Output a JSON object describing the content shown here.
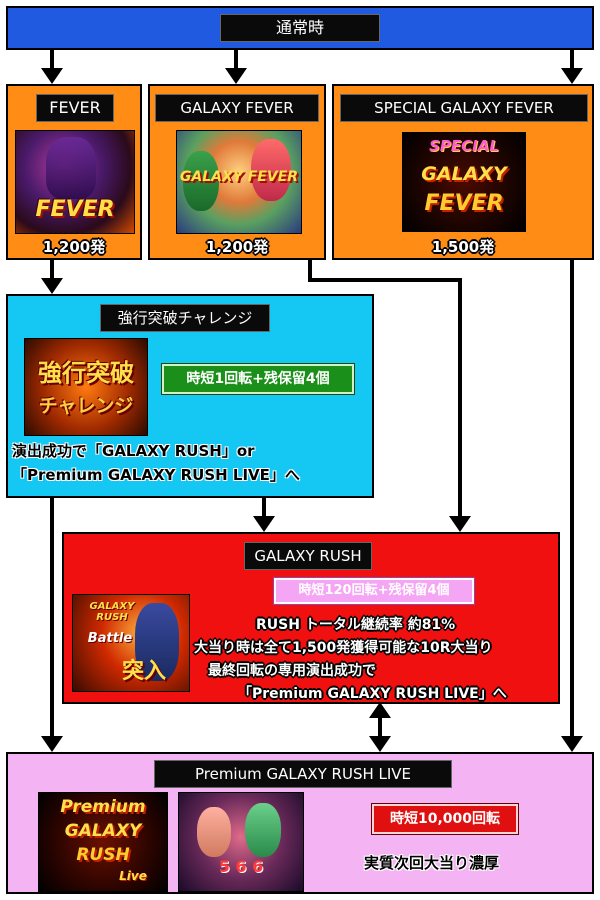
{
  "top": {
    "label": "通常時",
    "color": "#1f5ae0"
  },
  "fever": {
    "label": "FEVER",
    "pic_text": "FEVER",
    "payout": "1,200発"
  },
  "galaxy_fever": {
    "label": "GALAXY FEVER",
    "pic_text": "GALAXY FEVER",
    "payout": "1,200発"
  },
  "special_galaxy_fever": {
    "label": "SPECIAL GALAXY FEVER",
    "pic_line1": "SPECIAL",
    "pic_line2": "GALAXY",
    "pic_line3": "FEVER",
    "payout": "1,500発"
  },
  "challenge": {
    "label": "強行突破チャレンジ",
    "pic_line1": "強行突破",
    "pic_line2": "チャレンジ",
    "badge": "時短1回転+残保留4個",
    "note_line1": "演出成功で「GALAXY RUSH」or",
    "note_line2": "「Premium GALAXY RUSH LIVE」へ"
  },
  "rush": {
    "label": "GALAXY RUSH",
    "badge": "時短120回転+残保留4個",
    "pic_line1": "GALAXY RUSH",
    "pic_line2": "Battle",
    "pic_line3": "突入",
    "line1": "RUSH トータル継続率 約81%",
    "line2": "大当り時は全て1,500発獲得可能な10R大当り",
    "line3": "最終回転の専用演出成功で",
    "line4": "「Premium GALAXY RUSH LIVE」へ"
  },
  "live": {
    "label": "Premium GALAXY RUSH LIVE",
    "pic_line1": "Premium",
    "pic_line2": "GALAXY",
    "pic_line3": "RUSH",
    "pic_line4": "Live",
    "screen_digits": "5 6 6",
    "badge": "時短10,000回転",
    "note": "実質次回大当り濃厚"
  },
  "colors": {
    "orange": "#ff8c14",
    "cyan": "#15c8f4",
    "red": "#f01010",
    "pink": "#f4b4f4",
    "blue": "#1f5ae0"
  }
}
